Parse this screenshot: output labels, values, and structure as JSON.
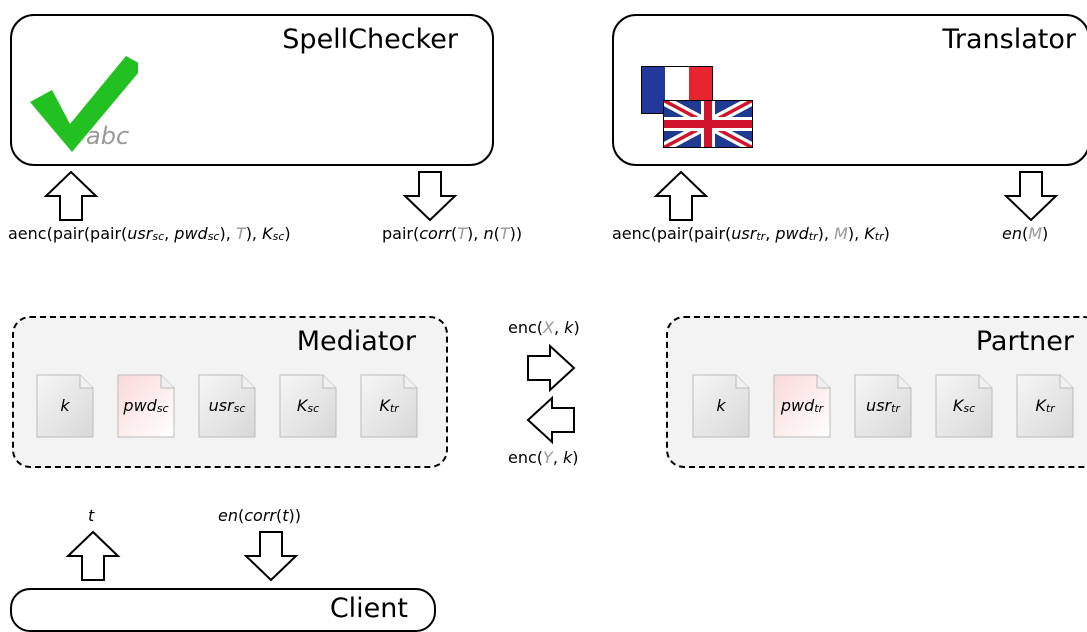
{
  "spellchecker": {
    "title": "SpellChecker",
    "logo_text": "abc"
  },
  "translator": {
    "title": "Translator"
  },
  "mediator": {
    "title": "Mediator"
  },
  "partner": {
    "title": "Partner"
  },
  "client": {
    "title": "Client"
  },
  "messages": {
    "sc_in": {
      "pre": "aenc(pair(pair(",
      "usr": "usr",
      "usr_sub": "sc",
      "sep": ", ",
      "pwd": "pwd",
      "pwd_sub": "sc",
      "mid": "), ",
      "var": "T",
      "mid2": "), ",
      "key": "K",
      "key_sub": "sc",
      "post": ")"
    },
    "sc_out": {
      "pre": "pair(",
      "f1": "corr",
      "p1": "(",
      "v1": "T",
      "p2": "), ",
      "f2": "n",
      "p3": "(",
      "v2": "T",
      "post": "))"
    },
    "tr_in": {
      "pre": "aenc(pair(pair(",
      "usr": "usr",
      "usr_sub": "tr",
      "sep": ", ",
      "pwd": "pwd",
      "pwd_sub": "tr",
      "mid": "), ",
      "var": "M",
      "mid2": "), ",
      "key": "K",
      "key_sub": "tr",
      "post": ")"
    },
    "tr_out": {
      "f": "en",
      "p1": "(",
      "v": "M",
      "post": ")"
    },
    "enc_x": {
      "pre": "enc(",
      "v": "X",
      "sep": ", ",
      "k": "k",
      "post": ")"
    },
    "enc_y": {
      "pre": "enc(",
      "v": "Y",
      "sep": ", ",
      "k": "k",
      "post": ")"
    },
    "client_in": {
      "t": "t"
    },
    "client_out": {
      "f1": "en",
      "p1": "(",
      "f2": "corr",
      "p2": "(",
      "v": "t",
      "post": "))"
    }
  },
  "mediator_docs": [
    {
      "main": "k",
      "sub": "",
      "highlight": false
    },
    {
      "main": "pwd",
      "sub": "sc",
      "highlight": true
    },
    {
      "main": "usr",
      "sub": "sc",
      "highlight": false
    },
    {
      "main": "K",
      "sub": "sc",
      "highlight": false
    },
    {
      "main": "K",
      "sub": "tr",
      "highlight": false
    }
  ],
  "partner_docs": [
    {
      "main": "k",
      "sub": "",
      "highlight": false
    },
    {
      "main": "pwd",
      "sub": "tr",
      "highlight": true
    },
    {
      "main": "usr",
      "sub": "tr",
      "highlight": false
    },
    {
      "main": "K",
      "sub": "sc",
      "highlight": false
    },
    {
      "main": "K",
      "sub": "tr",
      "highlight": false
    }
  ],
  "colors": {
    "check": "#22c020",
    "variable": "#999999",
    "secret_doc": "#fbe4e4",
    "doc": "#e8e8e8"
  }
}
